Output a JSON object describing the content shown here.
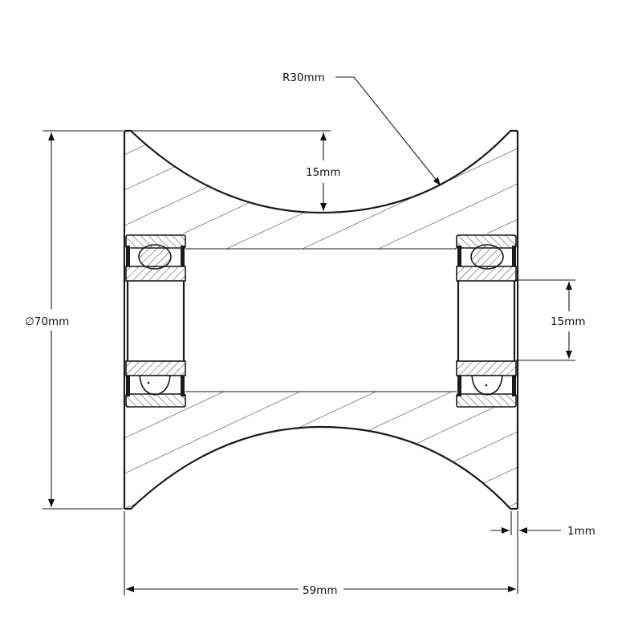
{
  "drawing": {
    "type": "cross-section",
    "subject": "V-groove pulley wheel with two ball bearings",
    "colors": {
      "line": "#1a1a1a",
      "background": "#ffffff"
    }
  },
  "dimensions": {
    "groove_radius": {
      "label": "R30mm"
    },
    "groove_depth": {
      "label": "15mm"
    },
    "outer_diameter": {
      "symbol": "∅",
      "value": "70mm"
    },
    "bore_diameter": {
      "label": "15mm"
    },
    "edge_flat": {
      "label": "1mm"
    },
    "overall_width": {
      "label": "59mm"
    }
  }
}
